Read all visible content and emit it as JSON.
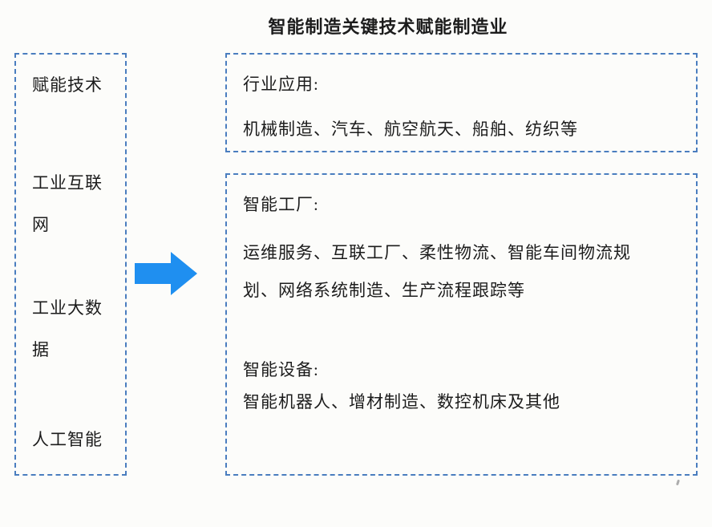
{
  "title": "智能制造关键技术赋能制造业",
  "colors": {
    "dashed_border": "#4a7dbf",
    "arrow": "#1f8ff0",
    "text": "#1c1c1c",
    "background": "#fcfcfa"
  },
  "left_panel": {
    "items": [
      "赋能技术",
      "工业互联网",
      "工业大数据",
      "人工智能"
    ]
  },
  "arrow": {
    "icon": "right-arrow"
  },
  "industry_box": {
    "heading": "行业应用:",
    "body": "机械制造、汽车、航空航天、船舶、纺织等"
  },
  "smart_box": {
    "factory_heading": "智能工厂:",
    "factory_body": "运维服务、互联工厂、柔性物流、智能车间物流规划、网络系统制造、生产流程跟踪等",
    "device_heading": "智能设备:",
    "device_body": "智能机器人、增材制造、数控机床及其他"
  }
}
